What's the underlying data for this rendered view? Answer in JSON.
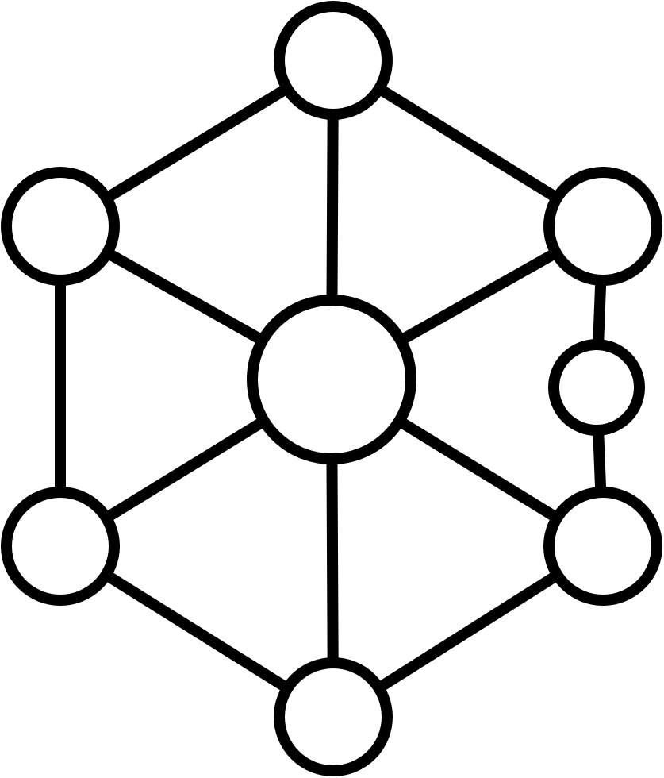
{
  "icon": {
    "name": "network-hexagon-icon",
    "description_visible_text": "",
    "stroke_color": "#000000",
    "fill_color": "#ffffff",
    "background": "#ffffff",
    "nodes": [
      "top",
      "upper-left",
      "upper-right",
      "center",
      "right-small",
      "lower-left",
      "lower-right",
      "bottom"
    ],
    "edges": [
      [
        "top",
        "upper-left"
      ],
      [
        "top",
        "upper-right"
      ],
      [
        "top",
        "center"
      ],
      [
        "upper-left",
        "center"
      ],
      [
        "upper-right",
        "center"
      ],
      [
        "lower-left",
        "center"
      ],
      [
        "lower-right",
        "center"
      ],
      [
        "bottom",
        "center"
      ],
      [
        "upper-left",
        "lower-left"
      ],
      [
        "upper-right",
        "right-small"
      ],
      [
        "right-small",
        "lower-right"
      ],
      [
        "lower-left",
        "bottom"
      ],
      [
        "lower-right",
        "bottom"
      ]
    ]
  }
}
